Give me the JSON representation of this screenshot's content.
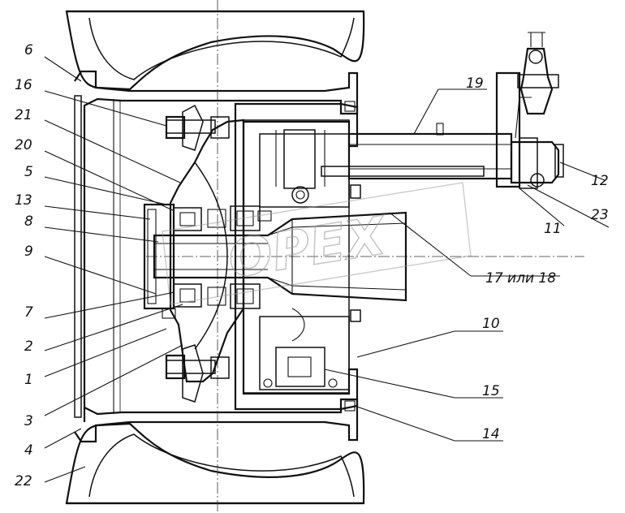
{
  "watermark": "OPEX",
  "labels": [
    {
      "id": "6",
      "text": "6"
    },
    {
      "id": "16",
      "text": "16"
    },
    {
      "id": "21",
      "text": "21"
    },
    {
      "id": "20",
      "text": "20"
    },
    {
      "id": "5",
      "text": "5"
    },
    {
      "id": "13",
      "text": "13"
    },
    {
      "id": "8",
      "text": "8"
    },
    {
      "id": "9",
      "text": "9"
    },
    {
      "id": "7",
      "text": "7"
    },
    {
      "id": "2",
      "text": "2"
    },
    {
      "id": "1",
      "text": "1"
    },
    {
      "id": "3",
      "text": "3"
    },
    {
      "id": "4",
      "text": "4"
    },
    {
      "id": "22",
      "text": "22"
    },
    {
      "id": "19",
      "text": "19"
    },
    {
      "id": "12",
      "text": "12"
    },
    {
      "id": "23",
      "text": "23"
    },
    {
      "id": "11",
      "text": "11"
    },
    {
      "id": "17or18",
      "text": "17 или 18"
    },
    {
      "id": "10",
      "text": "10"
    },
    {
      "id": "15",
      "text": "15"
    },
    {
      "id": "14",
      "text": "14"
    }
  ]
}
